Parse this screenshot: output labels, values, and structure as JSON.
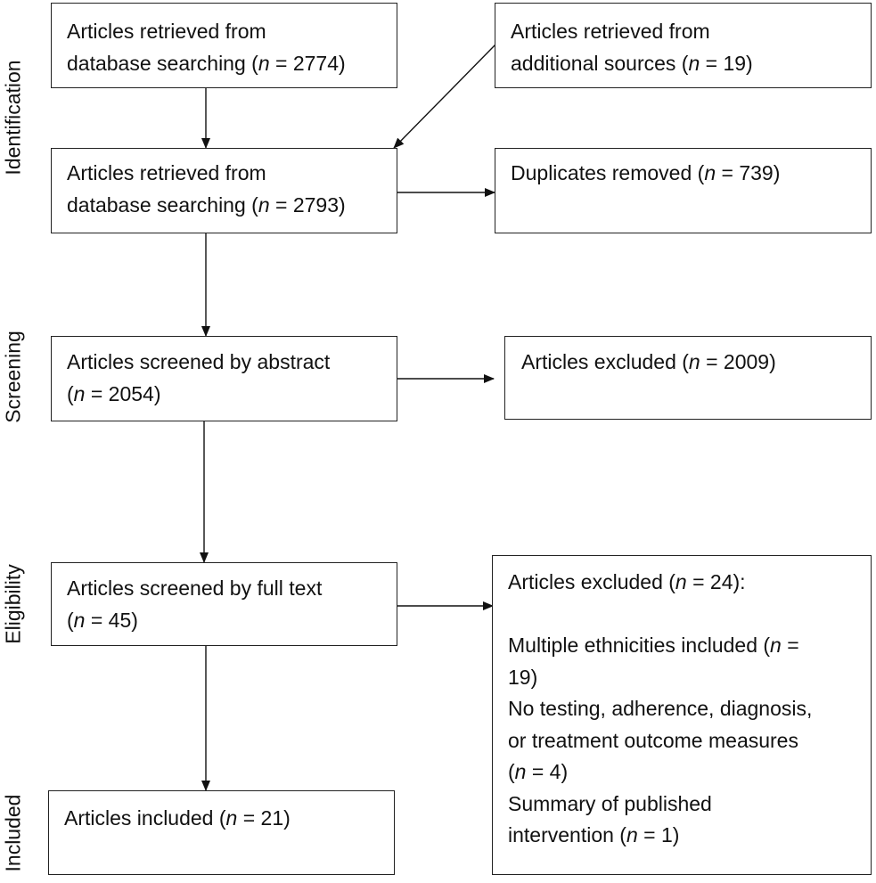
{
  "stages": {
    "identification": "Identification",
    "screening": "Screening",
    "eligibility": "Eligibility",
    "included": "Included"
  },
  "boxes": {
    "db_search": {
      "line1": "Articles retrieved from",
      "line2_pre": "database searching (",
      "n_label": "n",
      "line2_post": " = 2774)"
    },
    "additional": {
      "line1": "Articles retrieved from",
      "line2_pre": "additional sources (",
      "n_label": "n",
      "line2_post": " = 19)"
    },
    "combined": {
      "line1": "Articles retrieved from",
      "line2_pre": "database searching (",
      "n_label": "n",
      "line2_post": " = 2793)"
    },
    "duplicates": {
      "line1_pre": "Duplicates removed (",
      "n_label": "n",
      "line1_post": " = 739)"
    },
    "abstract": {
      "line1": "Articles screened by abstract",
      "line2_pre": "(",
      "n_label": "n",
      "line2_post": " = 2054)"
    },
    "excluded_abstract": {
      "line1_pre": "Articles excluded (",
      "n_label": "n",
      "line1_post": " = 2009)"
    },
    "fulltext": {
      "line1": "Articles screened by full text",
      "line2_pre": "(",
      "n_label": "n",
      "line2_post": " = 45)"
    },
    "excluded_fulltext": {
      "header_pre": "Articles excluded (",
      "n_label": "n",
      "header_post": " = 24):",
      "r1_line1_pre": "Multiple ethnicities included (",
      "r1_line1_post": " =",
      "r1_line2": "19)",
      "r2_line1": "No testing, adherence, diagnosis,",
      "r2_line2": "or treatment outcome measures",
      "r2_line3_pre": "(",
      "r2_line3_post": " = 4)",
      "r3_line1": "Summary of published",
      "r3_line2_pre": "intervention (",
      "r3_line2_post": " = 1)"
    },
    "included": {
      "line1_pre": "Articles included (",
      "n_label": "n",
      "line1_post": " = 21)"
    }
  }
}
